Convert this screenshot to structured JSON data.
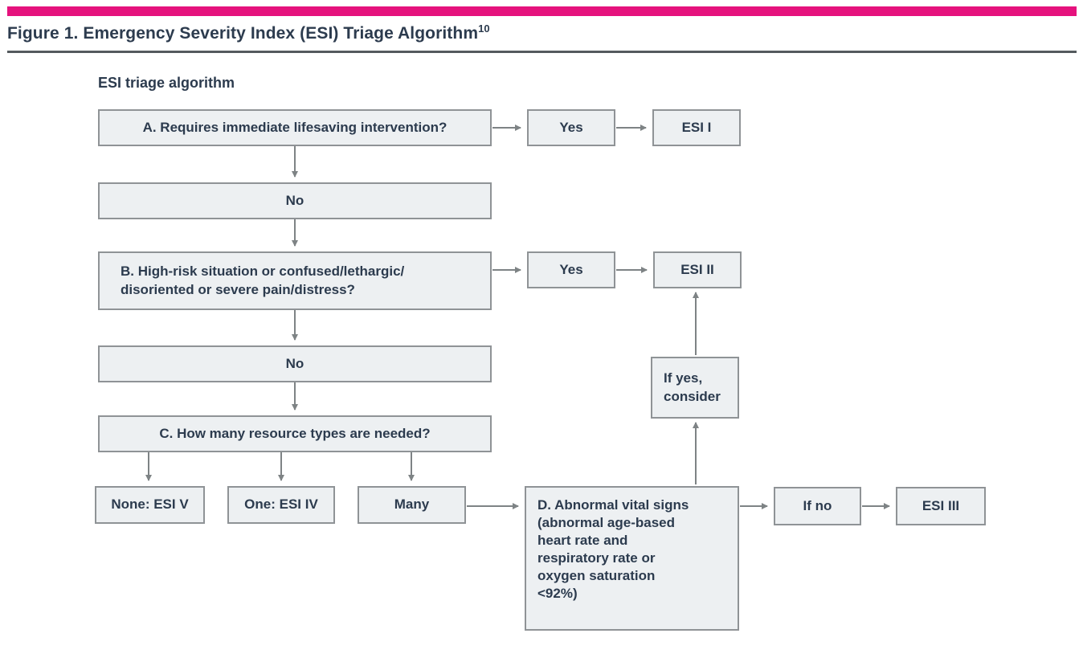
{
  "colors": {
    "accent_bar": "#e5127d",
    "box_fill": "#edf0f2",
    "box_border": "#8f9396",
    "arrow": "#7e8385",
    "text": "#2c3b4e",
    "rule": "#545a5e"
  },
  "header": {
    "title": "Figure 1. Emergency Severity Index (ESI) Triage Algorithm",
    "title_superscript": "10"
  },
  "diagram": {
    "label": "ESI triage algorithm",
    "nodes": {
      "a": "A. Requires immediate lifesaving intervention?",
      "yes_a": "Yes",
      "esi_1": "ESI I",
      "no_a": "No",
      "b": "B. High-risk situation or confused/lethargic/\ndisoriented or severe pain/distress?",
      "yes_b": "Yes",
      "esi_2": "ESI II",
      "no_b": "No",
      "c": "C. How many resource types are needed?",
      "none_esi_5": "None: ESI V",
      "one_esi_4": "One: ESI IV",
      "many": "Many",
      "d": "D. Abnormal vital signs\n(abnormal age-based\nheart rate and\nrespiratory rate or\noxygen saturation\n<92%)",
      "if_yes_consider": "If yes,\nconsider",
      "if_no": "If no",
      "esi_3": "ESI III"
    }
  }
}
